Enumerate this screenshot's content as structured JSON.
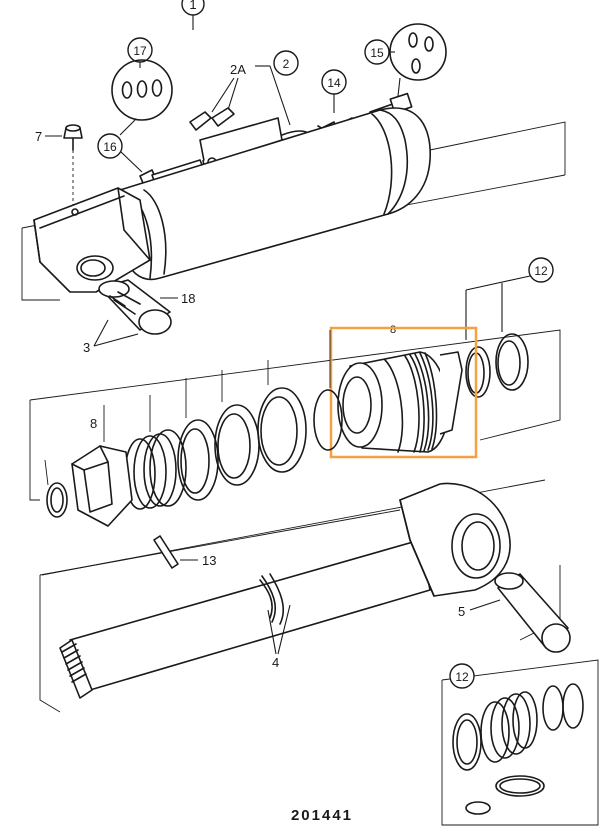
{
  "drawing_number": "201441",
  "highlight_color": "#f5a142",
  "callouts": {
    "c1": "1",
    "c2": "2",
    "c2a": "2A",
    "c3": "3",
    "c4": "4",
    "c5": "5",
    "c7": "7",
    "c8": "8",
    "c12_top": "12",
    "c12_inset": "12",
    "c13": "13",
    "c14": "14",
    "c15": "15",
    "c16": "16",
    "c17": "17",
    "c18": "18"
  }
}
